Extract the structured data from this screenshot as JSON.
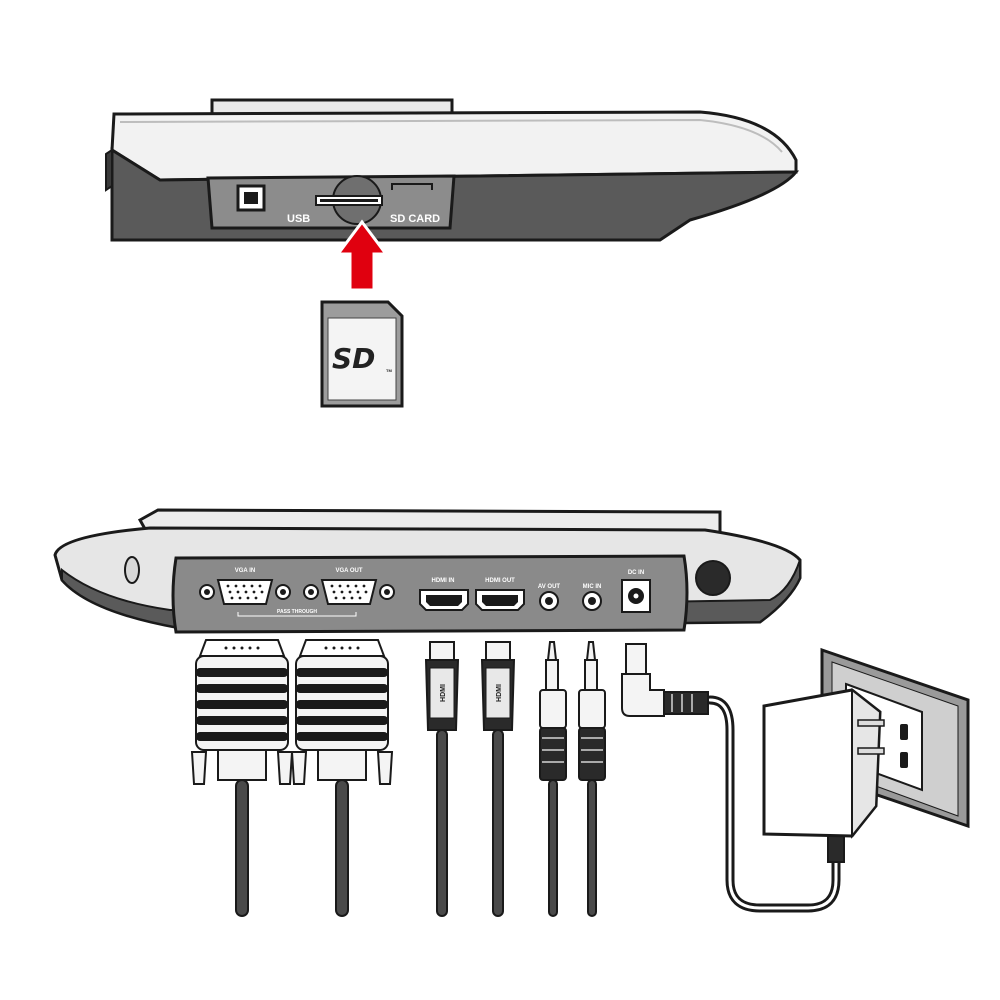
{
  "side_panel": {
    "usb_label": "USB",
    "sd_label": "SD CARD",
    "sd_logo": "SD",
    "sd_tm": "TM"
  },
  "rear_panel": {
    "vga_in_label": "VGA IN",
    "vga_out_label": "VGA OUT",
    "pass_through_label": "PASS THROUGH",
    "hdmi_in_label": "HDMI IN",
    "hdmi_out_label": "HDMI OUT",
    "av_out_label": "AV OUT",
    "mic_in_label": "MIC IN",
    "dc_in_label": "DC IN"
  },
  "cables": {
    "hdmi_plug_text": "HDMI"
  },
  "colors": {
    "body_light": "#f2f2f2",
    "body_dark": "#555555",
    "panel": "#8a8a8a",
    "outline": "#1a1a1a",
    "arrow": "#e0000f"
  },
  "icons": [
    "usb-port-icon",
    "sd-slot-icon",
    "insert-arrow-icon",
    "sd-card-icon",
    "vga-port-icon",
    "hdmi-port-icon",
    "audio-jack-icon",
    "dc-jack-icon",
    "power-adapter-icon",
    "wall-outlet-icon"
  ]
}
